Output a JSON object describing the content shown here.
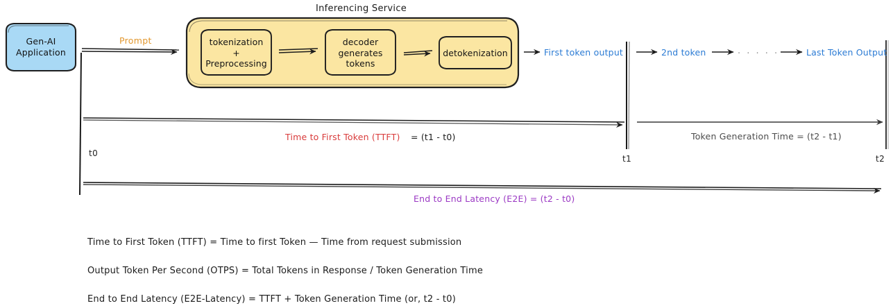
{
  "diagram": {
    "title": "Inferencing Service",
    "colors": {
      "app_box_fill": "#a9d9f5",
      "app_box_stroke": "#1f1f1f",
      "service_fill": "#fbe6a2",
      "service_stroke": "#1f1f1f",
      "prompt_label": "#e2982f",
      "token_label": "#2b7bd4",
      "ttft_label": "#d93b3b",
      "token_gen_label": "#4c4c4c",
      "e2e_label": "#9b39c4",
      "line": "#1b1b1b",
      "dots": "#8e8e8e"
    },
    "app_box": {
      "line1": "Gen-AI",
      "line2": "Application"
    },
    "prompt_arrow_label": "Prompt",
    "service_stages": [
      {
        "id": "tokenization",
        "lines": [
          "tokenization",
          "+",
          "Preprocessing"
        ]
      },
      {
        "id": "decoder",
        "lines": [
          "decoder",
          "generates",
          "tokens"
        ]
      },
      {
        "id": "detokenization",
        "lines": [
          "detokenization"
        ]
      }
    ],
    "token_stream": [
      {
        "id": "first-token",
        "label": "First token output"
      },
      {
        "id": "second-token",
        "label": "2nd token"
      },
      {
        "id": "ellipsis",
        "label": ". . . . ."
      },
      {
        "id": "last-token",
        "label": "Last Token Output"
      }
    ],
    "time_markers": [
      {
        "id": "t0",
        "label": "t0"
      },
      {
        "id": "t1",
        "label": "t1"
      },
      {
        "id": "t2",
        "label": "t2"
      }
    ],
    "measures": {
      "ttft_name": "Time to First Token (TTFT)",
      "ttft_equation": "= (t1 - t0)",
      "token_generation": "Token Generation Time = (t2 - t1)",
      "e2e": "End to End Latency (E2E) = (t2 - t0)"
    },
    "notes": [
      "Time to First Token (TTFT) = Time to first Token — Time from request submission",
      "Output Token Per Second (OTPS) = Total Tokens in Response / Token Generation Time",
      "End to End Latency (E2E-Latency) = TTFT + Token Generation Time (or, t2 - t0)"
    ]
  }
}
